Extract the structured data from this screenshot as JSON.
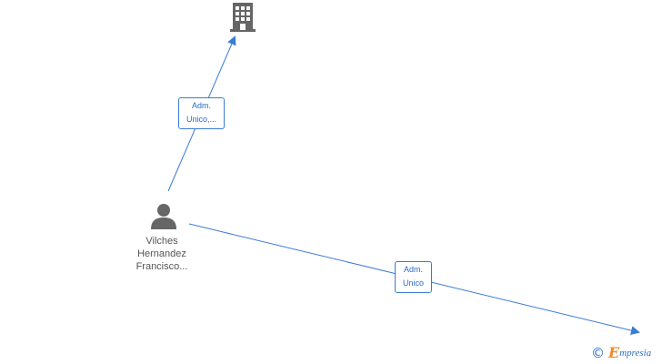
{
  "nodes": {
    "company": {
      "icon": "building-icon",
      "color": "#666666"
    },
    "person": {
      "icon": "person-icon",
      "color": "#666666",
      "name_lines": [
        "Vilches",
        "Hernandez",
        "Francisco..."
      ]
    }
  },
  "edges": [
    {
      "from": "person",
      "to": "company",
      "label_lines": [
        "Adm.",
        "Unico,..."
      ]
    },
    {
      "from": "person",
      "to": "off-canvas",
      "label_lines": [
        "Adm.",
        "Unico"
      ]
    }
  ],
  "brand": {
    "copyright_symbol": "©",
    "initial": "E",
    "rest": "mpresia"
  },
  "colors": {
    "edge": "#3a7bd5",
    "label_text": "#2a6ac8",
    "node_text": "#555555",
    "brand_accent": "#f08a24"
  }
}
